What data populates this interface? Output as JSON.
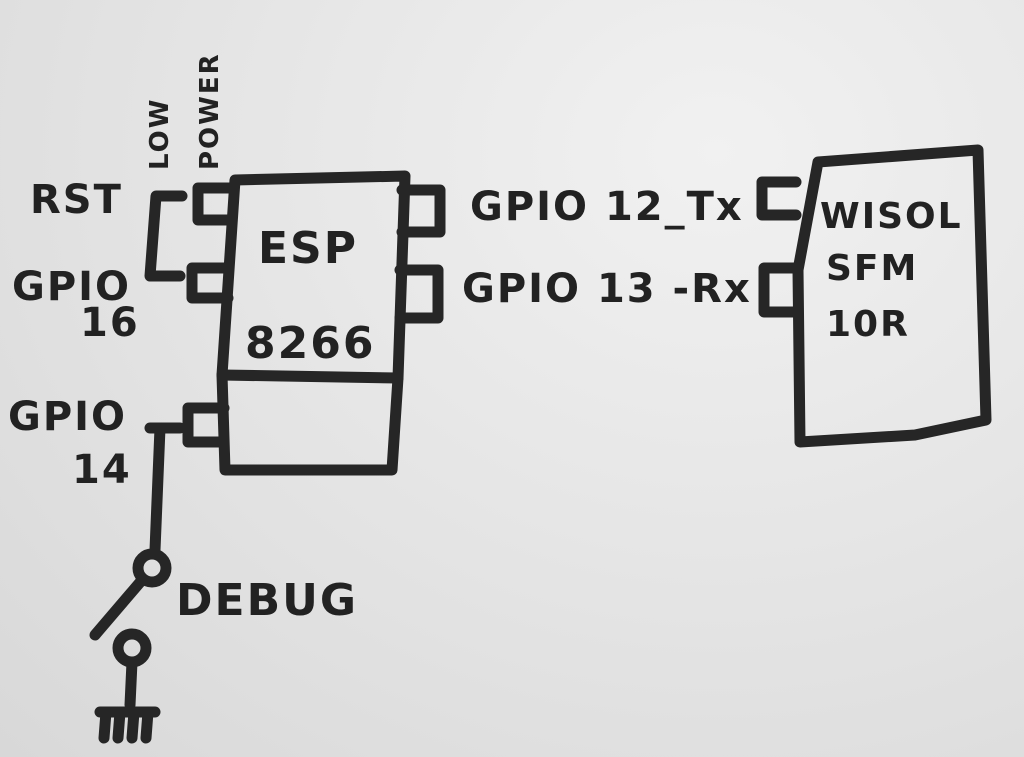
{
  "diagram": {
    "esp": {
      "line1": "ESP",
      "line2": "8266"
    },
    "wisol": {
      "line1": "WISOL",
      "line2": "SFM",
      "line3": "10R"
    },
    "pins_left": {
      "rst": "RST",
      "gpio16_a": "GPIO",
      "gpio16_b": "16",
      "gpio14_a": "GPIO",
      "gpio14_b": "14"
    },
    "pins_right": {
      "tx": "GPIO 12_Tx",
      "rx": "GPIO 13 -Rx"
    },
    "vertical_labels": {
      "low": "LOW",
      "power": "POWER"
    },
    "switch": {
      "label": "DEBUG"
    }
  }
}
